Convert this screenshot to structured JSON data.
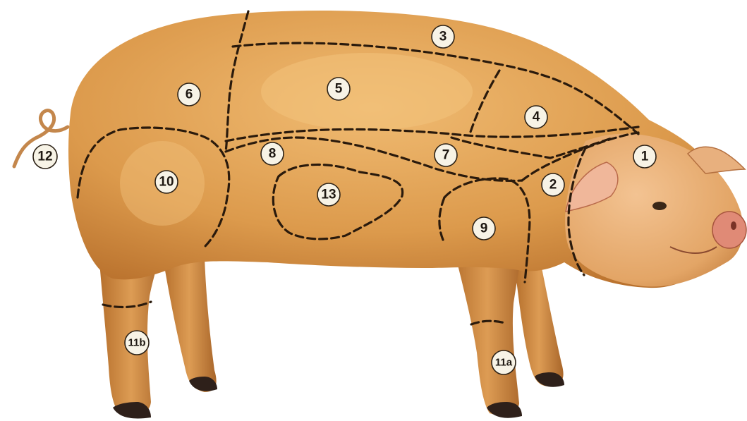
{
  "diagram": {
    "subject": "pig",
    "colors": {
      "body_fill": "#dc9a4c",
      "body_shade": "#b8702c",
      "highlight": "#f2c27c",
      "snout": "#e08a76",
      "hoof": "#2e201a",
      "cut_line": "#2a1a0c",
      "label_fill": "#f7f3e6",
      "label_stroke": "#2b2116"
    },
    "labels": [
      {
        "id": "1",
        "text": "1"
      },
      {
        "id": "2",
        "text": "2"
      },
      {
        "id": "3",
        "text": "3"
      },
      {
        "id": "4",
        "text": "4"
      },
      {
        "id": "5",
        "text": "5"
      },
      {
        "id": "6",
        "text": "6"
      },
      {
        "id": "7",
        "text": "7"
      },
      {
        "id": "8",
        "text": "8"
      },
      {
        "id": "9",
        "text": "9"
      },
      {
        "id": "10",
        "text": "10"
      },
      {
        "id": "11a",
        "text": "11a"
      },
      {
        "id": "11b",
        "text": "11b"
      },
      {
        "id": "12",
        "text": "12"
      },
      {
        "id": "13",
        "text": "13"
      }
    ]
  }
}
